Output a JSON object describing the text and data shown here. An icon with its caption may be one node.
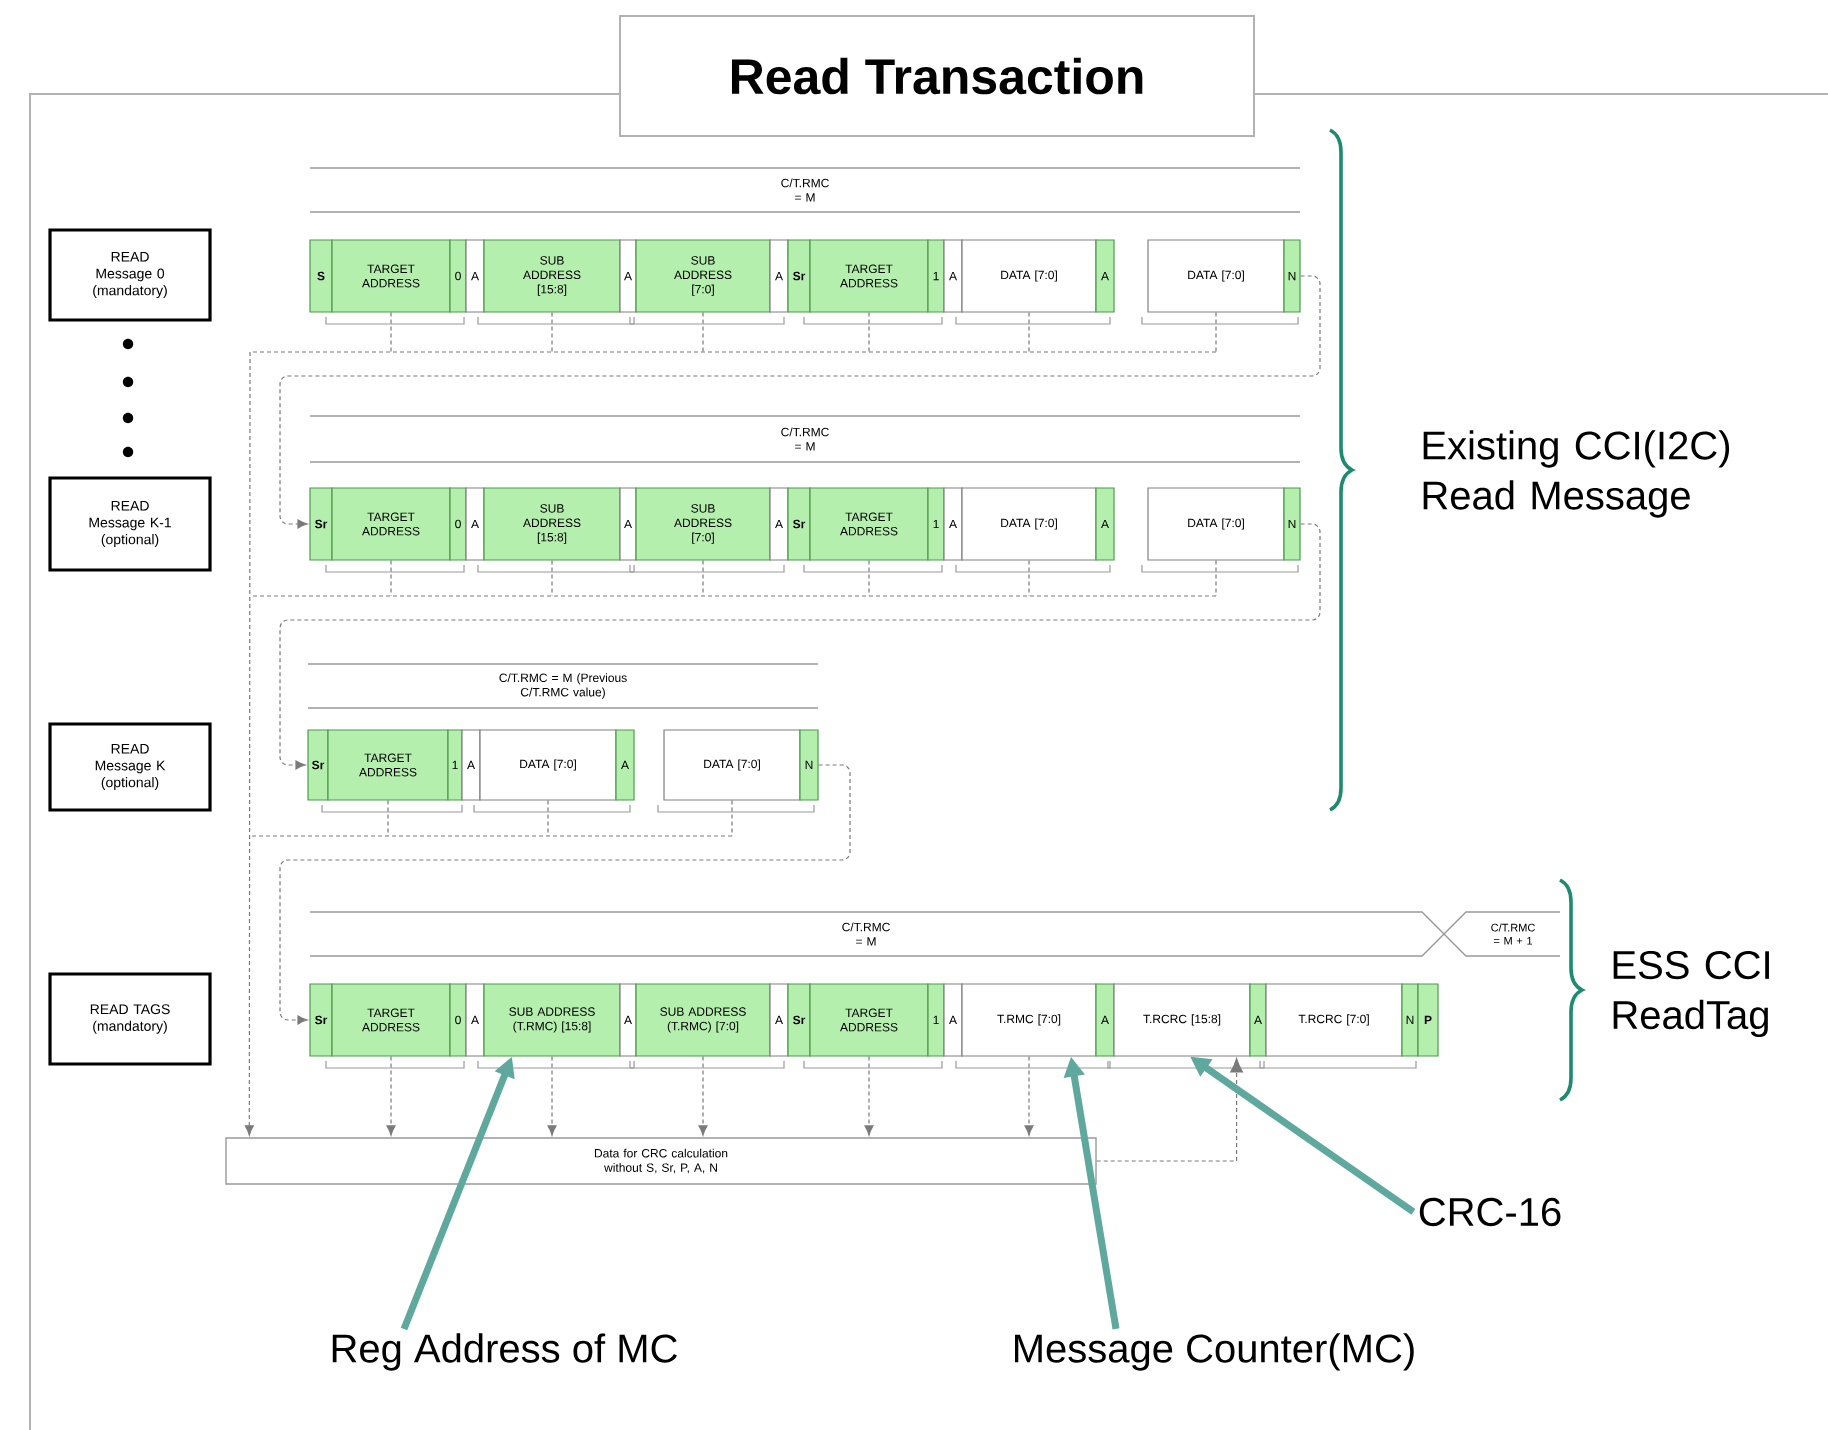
{
  "diagram": {
    "title": "Read Transaction",
    "nodes": [
      {
        "text": [
          "READ Message 0 (mandatory)"
        ]
      },
      {
        "text": [
          "C/T.RMC = M"
        ]
      },
      {
        "text": [
          "S"
        ]
      },
      {
        "text": [
          "TARGET ADDRESS"
        ]
      },
      {
        "text": [
          "0"
        ]
      },
      {
        "text": [
          "A"
        ]
      },
      {
        "text": [
          "SUB ADDRESS [15:8]"
        ]
      },
      {
        "text": [
          "A"
        ]
      },
      {
        "text": [
          "SUB ADDRESS [7:0]"
        ]
      },
      {
        "text": [
          "A"
        ]
      },
      {
        "text": [
          "Sr"
        ]
      },
      {
        "text": [
          "TARGET ADDRESS"
        ]
      },
      {
        "text": [
          "1"
        ]
      },
      {
        "text": [
          "A"
        ]
      },
      {
        "text": [
          "DATA [7:0]"
        ]
      },
      {
        "text": [
          "A"
        ]
      },
      {
        "text": [
          "DATA [7:0]"
        ]
      },
      {
        "text": [
          "N"
        ]
      },
      {
        "text": [
          "READ Message K-1 (optional)"
        ]
      },
      {
        "text": [
          "C/T.RMC = M"
        ]
      },
      {
        "text": [
          "Sr"
        ]
      },
      {
        "text": [
          "TARGET ADDRESS"
        ]
      },
      {
        "text": [
          "0"
        ]
      },
      {
        "text": [
          "A"
        ]
      },
      {
        "text": [
          "SUB ADDRESS [15:8]"
        ]
      },
      {
        "text": [
          "A"
        ]
      },
      {
        "text": [
          "SUB ADDRESS [7:0]"
        ]
      },
      {
        "text": [
          "A"
        ]
      },
      {
        "text": [
          "Sr"
        ]
      },
      {
        "text": [
          "TARGET ADDRESS"
        ]
      },
      {
        "text": [
          "1"
        ]
      },
      {
        "text": [
          "A"
        ]
      },
      {
        "text": [
          "DATA [7:0]"
        ]
      },
      {
        "text": [
          "A"
        ]
      },
      {
        "text": [
          "DATA [7:0]"
        ]
      },
      {
        "text": [
          "N"
        ]
      },
      {
        "text": [
          "READ Message K (optional)"
        ]
      },
      {
        "text": [
          "C/T.RMC = M (Previous C/T.RMC value)"
        ]
      },
      {
        "text": [
          "Sr"
        ]
      },
      {
        "text": [
          "TARGET ADDRESS"
        ]
      },
      {
        "text": [
          "1"
        ]
      },
      {
        "text": [
          "A"
        ]
      },
      {
        "text": [
          "DATA [7:0]"
        ]
      },
      {
        "text": [
          "A"
        ]
      },
      {
        "text": [
          "DATA [7:0]"
        ]
      },
      {
        "text": [
          "N"
        ]
      },
      {
        "text": [
          "READ TAGS (mandatory)"
        ]
      },
      {
        "text": [
          "C/T.RMC = M"
        ]
      },
      {
        "text": [
          "C/T.RMC = M + 1"
        ]
      },
      {
        "text": [
          "Sr"
        ]
      },
      {
        "text": [
          "TARGET ADDRESS"
        ]
      },
      {
        "text": [
          "0"
        ]
      },
      {
        "text": [
          "A"
        ]
      },
      {
        "text": [
          "SUB ADDRESS (T.RMC) [15:8]"
        ]
      },
      {
        "text": [
          "A"
        ]
      },
      {
        "text": [
          "SUB ADDRESS (T.RMC) [7:0]"
        ]
      },
      {
        "text": [
          "A"
        ]
      },
      {
        "text": [
          "Sr"
        ]
      },
      {
        "text": [
          "TARGET ADDRESS"
        ]
      },
      {
        "text": [
          "1"
        ]
      },
      {
        "text": [
          "A"
        ]
      },
      {
        "text": [
          "T.RMC [7:0]"
        ]
      },
      {
        "text": [
          "A"
        ]
      },
      {
        "text": [
          "T.RCRC [15:8]"
        ]
      },
      {
        "text": [
          "A"
        ]
      },
      {
        "text": [
          "T.RCRC [7:0]"
        ]
      },
      {
        "text": [
          "N"
        ]
      },
      {
        "text": [
          "P"
        ]
      },
      {
        "text": [
          "Data for CRC calculation without S, Sr, P, A, N"
        ]
      },
      {
        "text": [
          "Reg Address of MC"
        ]
      },
      {
        "text": [
          "Message Counter(MC)"
        ]
      },
      {
        "text": [
          "CRC-16"
        ]
      }
    ],
    "edges": [
      {
        "from": 17,
        "to": 20,
        "arrow": "to",
        "style": "dashed"
      },
      {
        "from": 35,
        "to": 38,
        "arrow": "to",
        "style": "dashed"
      },
      {
        "from": 45,
        "to": 49,
        "arrow": "to",
        "style": "dashed"
      },
      {
        "from": 3,
        "to": 68,
        "arrow": "to",
        "style": "dashed"
      },
      {
        "from": 6,
        "to": 68,
        "arrow": "to",
        "style": "dashed"
      },
      {
        "from": 8,
        "to": 68,
        "arrow": "to",
        "style": "dashed"
      },
      {
        "from": 11,
        "to": 68,
        "arrow": "to",
        "style": "dashed"
      },
      {
        "from": 14,
        "to": 68,
        "arrow": "to",
        "style": "dashed"
      },
      {
        "from": 16,
        "to": 68,
        "arrow": "to",
        "style": "dashed"
      },
      {
        "from": 21,
        "to": 68,
        "arrow": "to",
        "style": "dashed"
      },
      {
        "from": 24,
        "to": 68,
        "arrow": "to",
        "style": "dashed"
      },
      {
        "from": 26,
        "to": 68,
        "arrow": "to",
        "style": "dashed"
      },
      {
        "from": 29,
        "to": 68,
        "arrow": "to",
        "style": "dashed"
      },
      {
        "from": 32,
        "to": 68,
        "arrow": "to",
        "style": "dashed"
      },
      {
        "from": 34,
        "to": 68,
        "arrow": "to",
        "style": "dashed"
      },
      {
        "from": 39,
        "to": 68,
        "arrow": "to",
        "style": "dashed"
      },
      {
        "from": 42,
        "to": 68,
        "arrow": "to",
        "style": "dashed"
      },
      {
        "from": 44,
        "to": 68,
        "arrow": "to",
        "style": "dashed"
      },
      {
        "from": 50,
        "to": 68,
        "arrow": "to",
        "style": "dashed"
      },
      {
        "from": 53,
        "to": 68,
        "arrow": "to",
        "style": "dashed"
      },
      {
        "from": 55,
        "to": 68,
        "arrow": "to",
        "style": "dashed"
      },
      {
        "from": 58,
        "to": 68,
        "arrow": "to",
        "style": "dashed"
      },
      {
        "from": 61,
        "to": 68,
        "arrow": "to",
        "style": "dashed"
      },
      {
        "from": 68,
        "to": 63,
        "arrow": "to",
        "style": "dashed"
      },
      {
        "from": 69,
        "to": 53,
        "arrow": "to",
        "style": "thick",
        "color": "#5fa89e"
      },
      {
        "from": 70,
        "to": 61,
        "arrow": "to",
        "style": "thick",
        "color": "#5fa89e"
      },
      {
        "from": 71,
        "to": 63,
        "arrow": "to",
        "style": "thick",
        "color": "#5fa89e"
      }
    ],
    "labels": [
      "Existing CCI(I2C) Read Message",
      "ESS CCI ReadTag"
    ]
  }
}
